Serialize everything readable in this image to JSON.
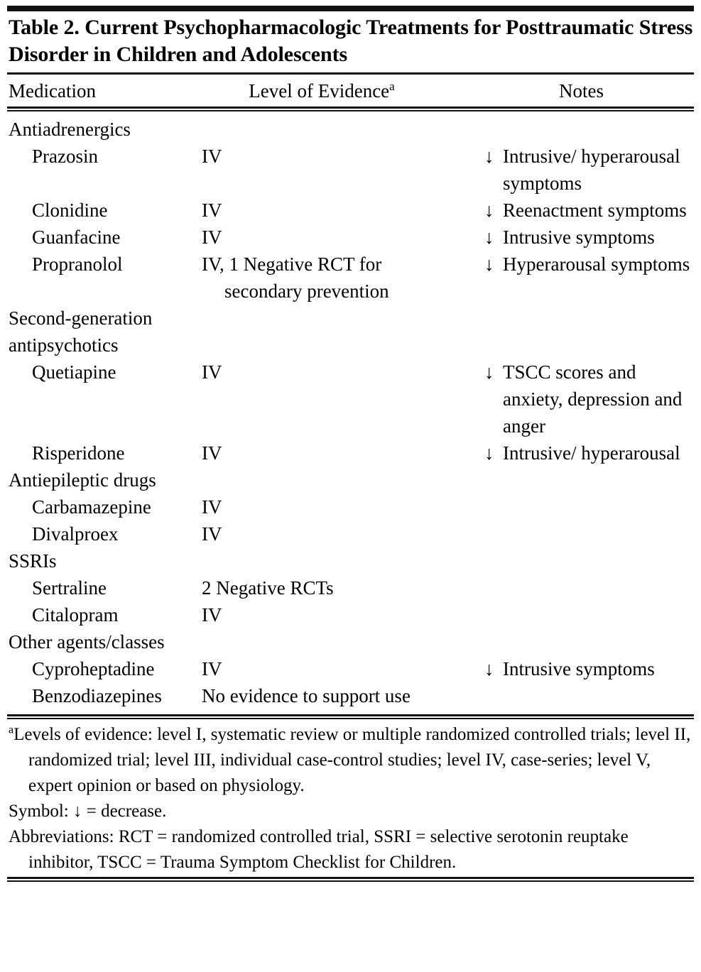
{
  "title": "Table 2. Current Psychopharmacologic Treatments for Posttraumatic Stress Disorder in Children and Adolescents",
  "columns": {
    "medication": "Medication",
    "evidence": "Level of Evidence",
    "evidence_superscript": "a",
    "notes": "Notes"
  },
  "arrow_symbol": "↓",
  "sections": [
    {
      "class_name": "Antiadrenergics",
      "drugs": [
        {
          "name": "Prazosin",
          "evidence": "IV",
          "evidence_cont": "",
          "notes": "Intrusive/ hyperarousal symptoms",
          "has_arrow": true
        },
        {
          "name": "Clonidine",
          "evidence": "IV",
          "evidence_cont": "",
          "notes": "Reenactment symptoms",
          "has_arrow": true
        },
        {
          "name": "Guanfacine",
          "evidence": "IV",
          "evidence_cont": "",
          "notes": "Intrusive symptoms",
          "has_arrow": true
        },
        {
          "name": "Propranolol",
          "evidence": "IV, 1 Negative RCT for",
          "evidence_cont": "secondary prevention",
          "notes": "Hyperarousal symptoms",
          "has_arrow": true
        }
      ]
    },
    {
      "class_name": "Second-generation antipsychotics",
      "drugs": [
        {
          "name": "Quetiapine",
          "evidence": "IV",
          "evidence_cont": "",
          "notes": "TSCC scores and anxiety, depression and anger",
          "has_arrow": true
        },
        {
          "name": "Risperidone",
          "evidence": "IV",
          "evidence_cont": "",
          "notes": "Intrusive/ hyperarousal",
          "has_arrow": true
        }
      ]
    },
    {
      "class_name": "Antiepileptic drugs",
      "drugs": [
        {
          "name": "Carbamazepine",
          "evidence": "IV",
          "evidence_cont": "",
          "notes": "",
          "has_arrow": false
        },
        {
          "name": "Divalproex",
          "evidence": "IV",
          "evidence_cont": "",
          "notes": "",
          "has_arrow": false
        }
      ]
    },
    {
      "class_name": "SSRIs",
      "drugs": [
        {
          "name": "Sertraline",
          "evidence": "2 Negative RCTs",
          "evidence_cont": "",
          "notes": "",
          "has_arrow": false
        },
        {
          "name": "Citalopram",
          "evidence": "IV",
          "evidence_cont": "",
          "notes": "",
          "has_arrow": false
        }
      ]
    },
    {
      "class_name": "Other agents/classes",
      "drugs": [
        {
          "name": "Cyproheptadine",
          "evidence": "IV",
          "evidence_cont": "",
          "notes": "Intrusive symptoms",
          "has_arrow": true
        },
        {
          "name": "Benzodiazepines",
          "evidence": "No evidence to support use",
          "evidence_cont": "",
          "notes": "",
          "has_arrow": false
        }
      ]
    }
  ],
  "footnotes": {
    "levels": "Levels of evidence: level I, systematic review or multiple randomized controlled trials; level II, randomized trial; level III, individual case-control studies; level IV, case-series; level V, expert opinion or based on physiology.",
    "levels_superscript": "a",
    "symbol": "Symbol: ↓ = decrease.",
    "abbreviations": "Abbreviations: RCT = randomized controlled trial, SSRI = selective serotonin reuptake inhibitor, TSCC = Trauma Symptom Checklist for Children."
  }
}
